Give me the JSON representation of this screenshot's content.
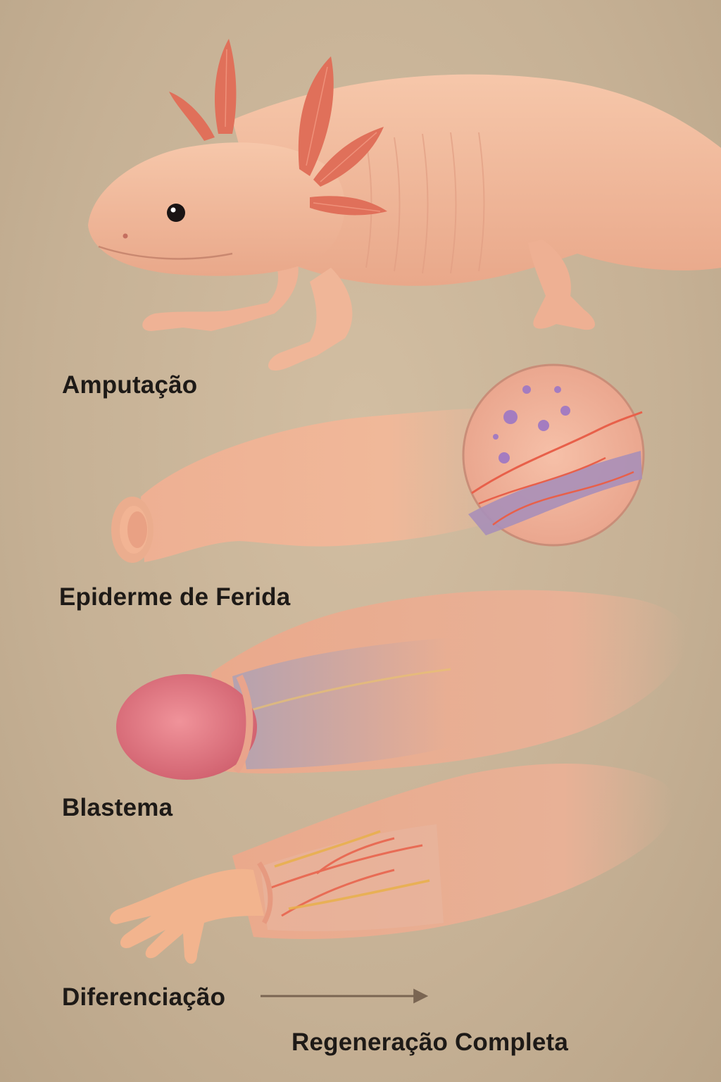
{
  "stages": [
    {
      "label": "Amputação"
    },
    {
      "label": "Epiderme de Ferida"
    },
    {
      "label": "Blastema"
    },
    {
      "label": "Diferenciação"
    }
  ],
  "final_label": "Regeneração Completa",
  "colors": {
    "background": "#c9b497",
    "skin": "#f2b89a",
    "gills": "#e0705a",
    "blastema": "#e07b86",
    "vessels": "#e8604a",
    "nerves": "#e8b04a",
    "text": "#1e1a17"
  }
}
